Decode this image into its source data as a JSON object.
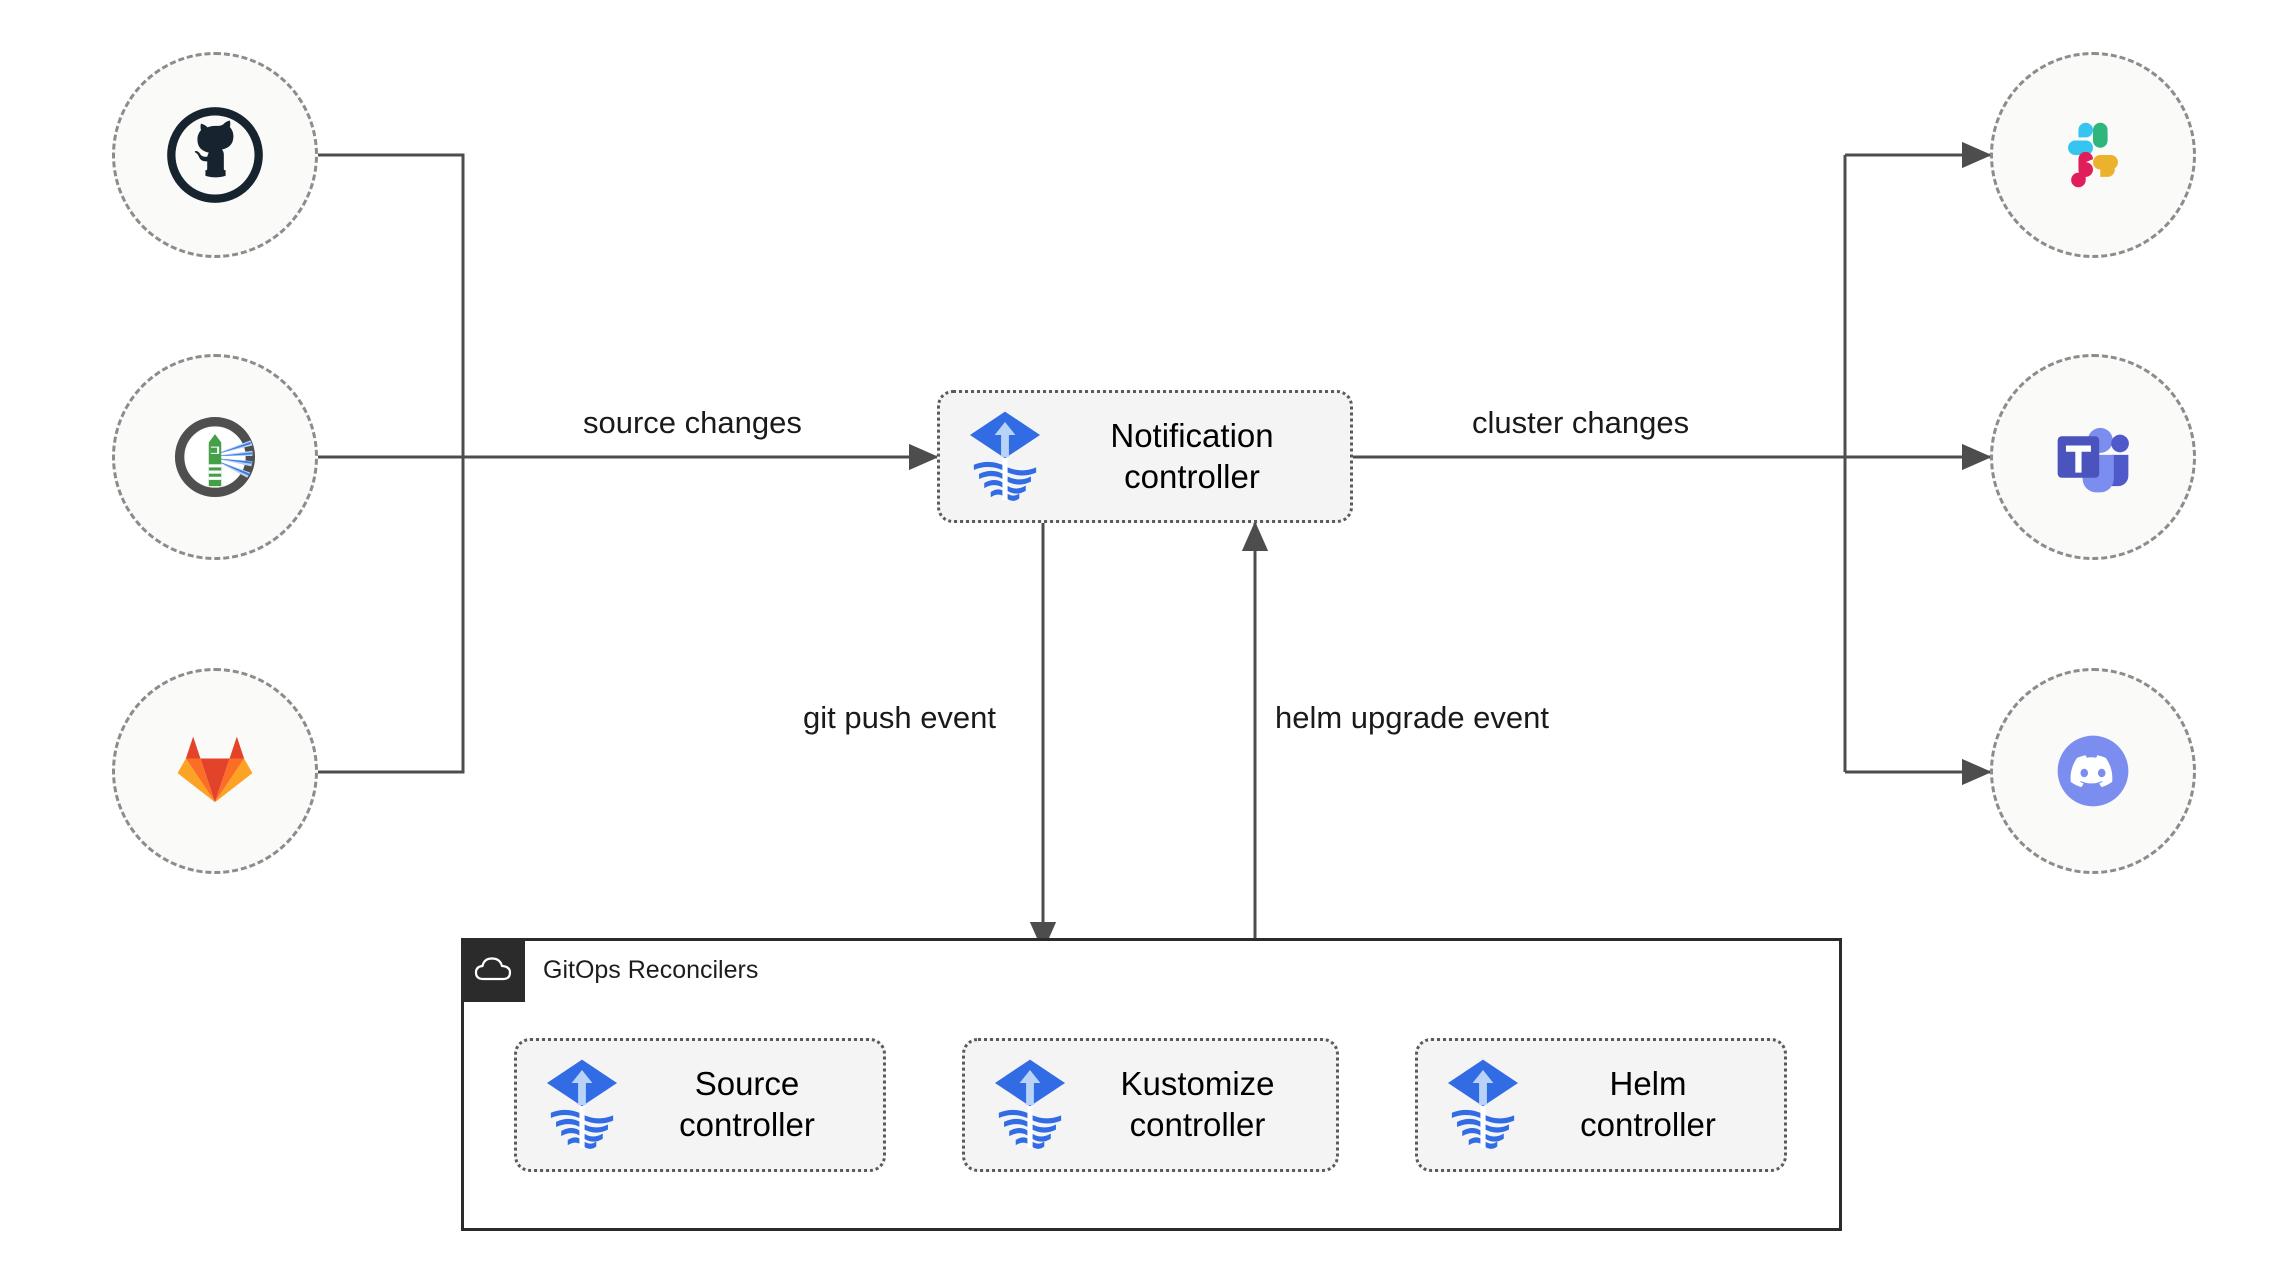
{
  "diagram": {
    "title": "Flux notification controller architecture",
    "sources": [
      {
        "id": "github",
        "name": "GitHub",
        "icon": "github-icon"
      },
      {
        "id": "helm",
        "name": "Helm repository lighthouse",
        "icon": "helm-lighthouse-icon"
      },
      {
        "id": "gitlab",
        "name": "GitLab",
        "icon": "gitlab-icon"
      }
    ],
    "hub": {
      "id": "notification-controller",
      "label": "Notification\ncontroller",
      "icon": "flux-icon"
    },
    "providers": [
      {
        "id": "slack",
        "name": "Slack",
        "icon": "slack-icon"
      },
      {
        "id": "teams",
        "name": "Microsoft Teams",
        "icon": "teams-icon"
      },
      {
        "id": "discord",
        "name": "Discord",
        "icon": "discord-icon"
      }
    ],
    "group": {
      "title": "GitOps Reconcilers",
      "icon": "cloud-icon",
      "controllers": [
        {
          "id": "source-controller",
          "label": "Source\ncontroller",
          "icon": "flux-icon"
        },
        {
          "id": "kustomize-controller",
          "label": "Kustomize\ncontroller",
          "icon": "flux-icon"
        },
        {
          "id": "helm-controller",
          "label": "Helm\ncontroller",
          "icon": "flux-icon"
        }
      ]
    },
    "edge_labels": {
      "source_changes": "source changes",
      "cluster_changes": "cluster changes",
      "git_push_event": "git push event",
      "helm_upgrade_event": "helm upgrade event"
    },
    "colors": {
      "edge": "#4d4d4d",
      "node_border": "#8c8c8c",
      "node_fill": "#fafaf8",
      "box_fill": "#f4f4f4",
      "box_border": "#5a5a5a",
      "group_border": "#2b2b2b",
      "badge_fill": "#2b2b2b",
      "flux_blue": "#326ce5",
      "flux_light_blue": "#b9d3f7",
      "github_dark": "#17242f",
      "gitlab_red": "#e24329",
      "gitlab_orange": "#fc6d26",
      "gitlab_light_orange": "#fca326",
      "slack_cyan": "#36c5f0",
      "slack_green": "#2eb67d",
      "slack_crimson": "#e01e5a",
      "slack_yellow": "#ecb22e",
      "teams_purple": "#5059c9",
      "teams_indigo": "#4b53bc",
      "teams_light": "#7b83eb",
      "discord_blurple": "#7b8ef0",
      "helm_green": "#43a047",
      "helm_gray": "#4f4f4f"
    }
  }
}
